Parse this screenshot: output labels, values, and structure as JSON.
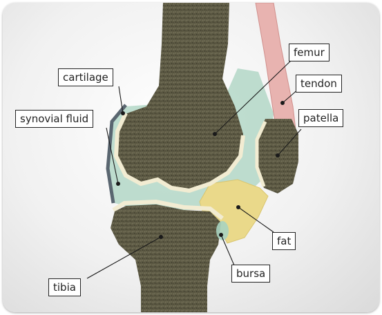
{
  "labels": {
    "femur": "femur",
    "tendon": "tendon",
    "cartilage": "cartilage",
    "patella": "patella",
    "synovial_fluid": "synovial fluid",
    "fat": "fat",
    "bursa": "bursa",
    "tibia": "tibia"
  },
  "colors": {
    "bone": "#5d5a44",
    "bone_dark": "#3e3c2c",
    "cartilage": "#f2ecd2",
    "synovial_fluid": "#a9d3c0",
    "fat": "#ead98a",
    "tendon": "#e8b3b0",
    "capsule": "#5a6670"
  }
}
